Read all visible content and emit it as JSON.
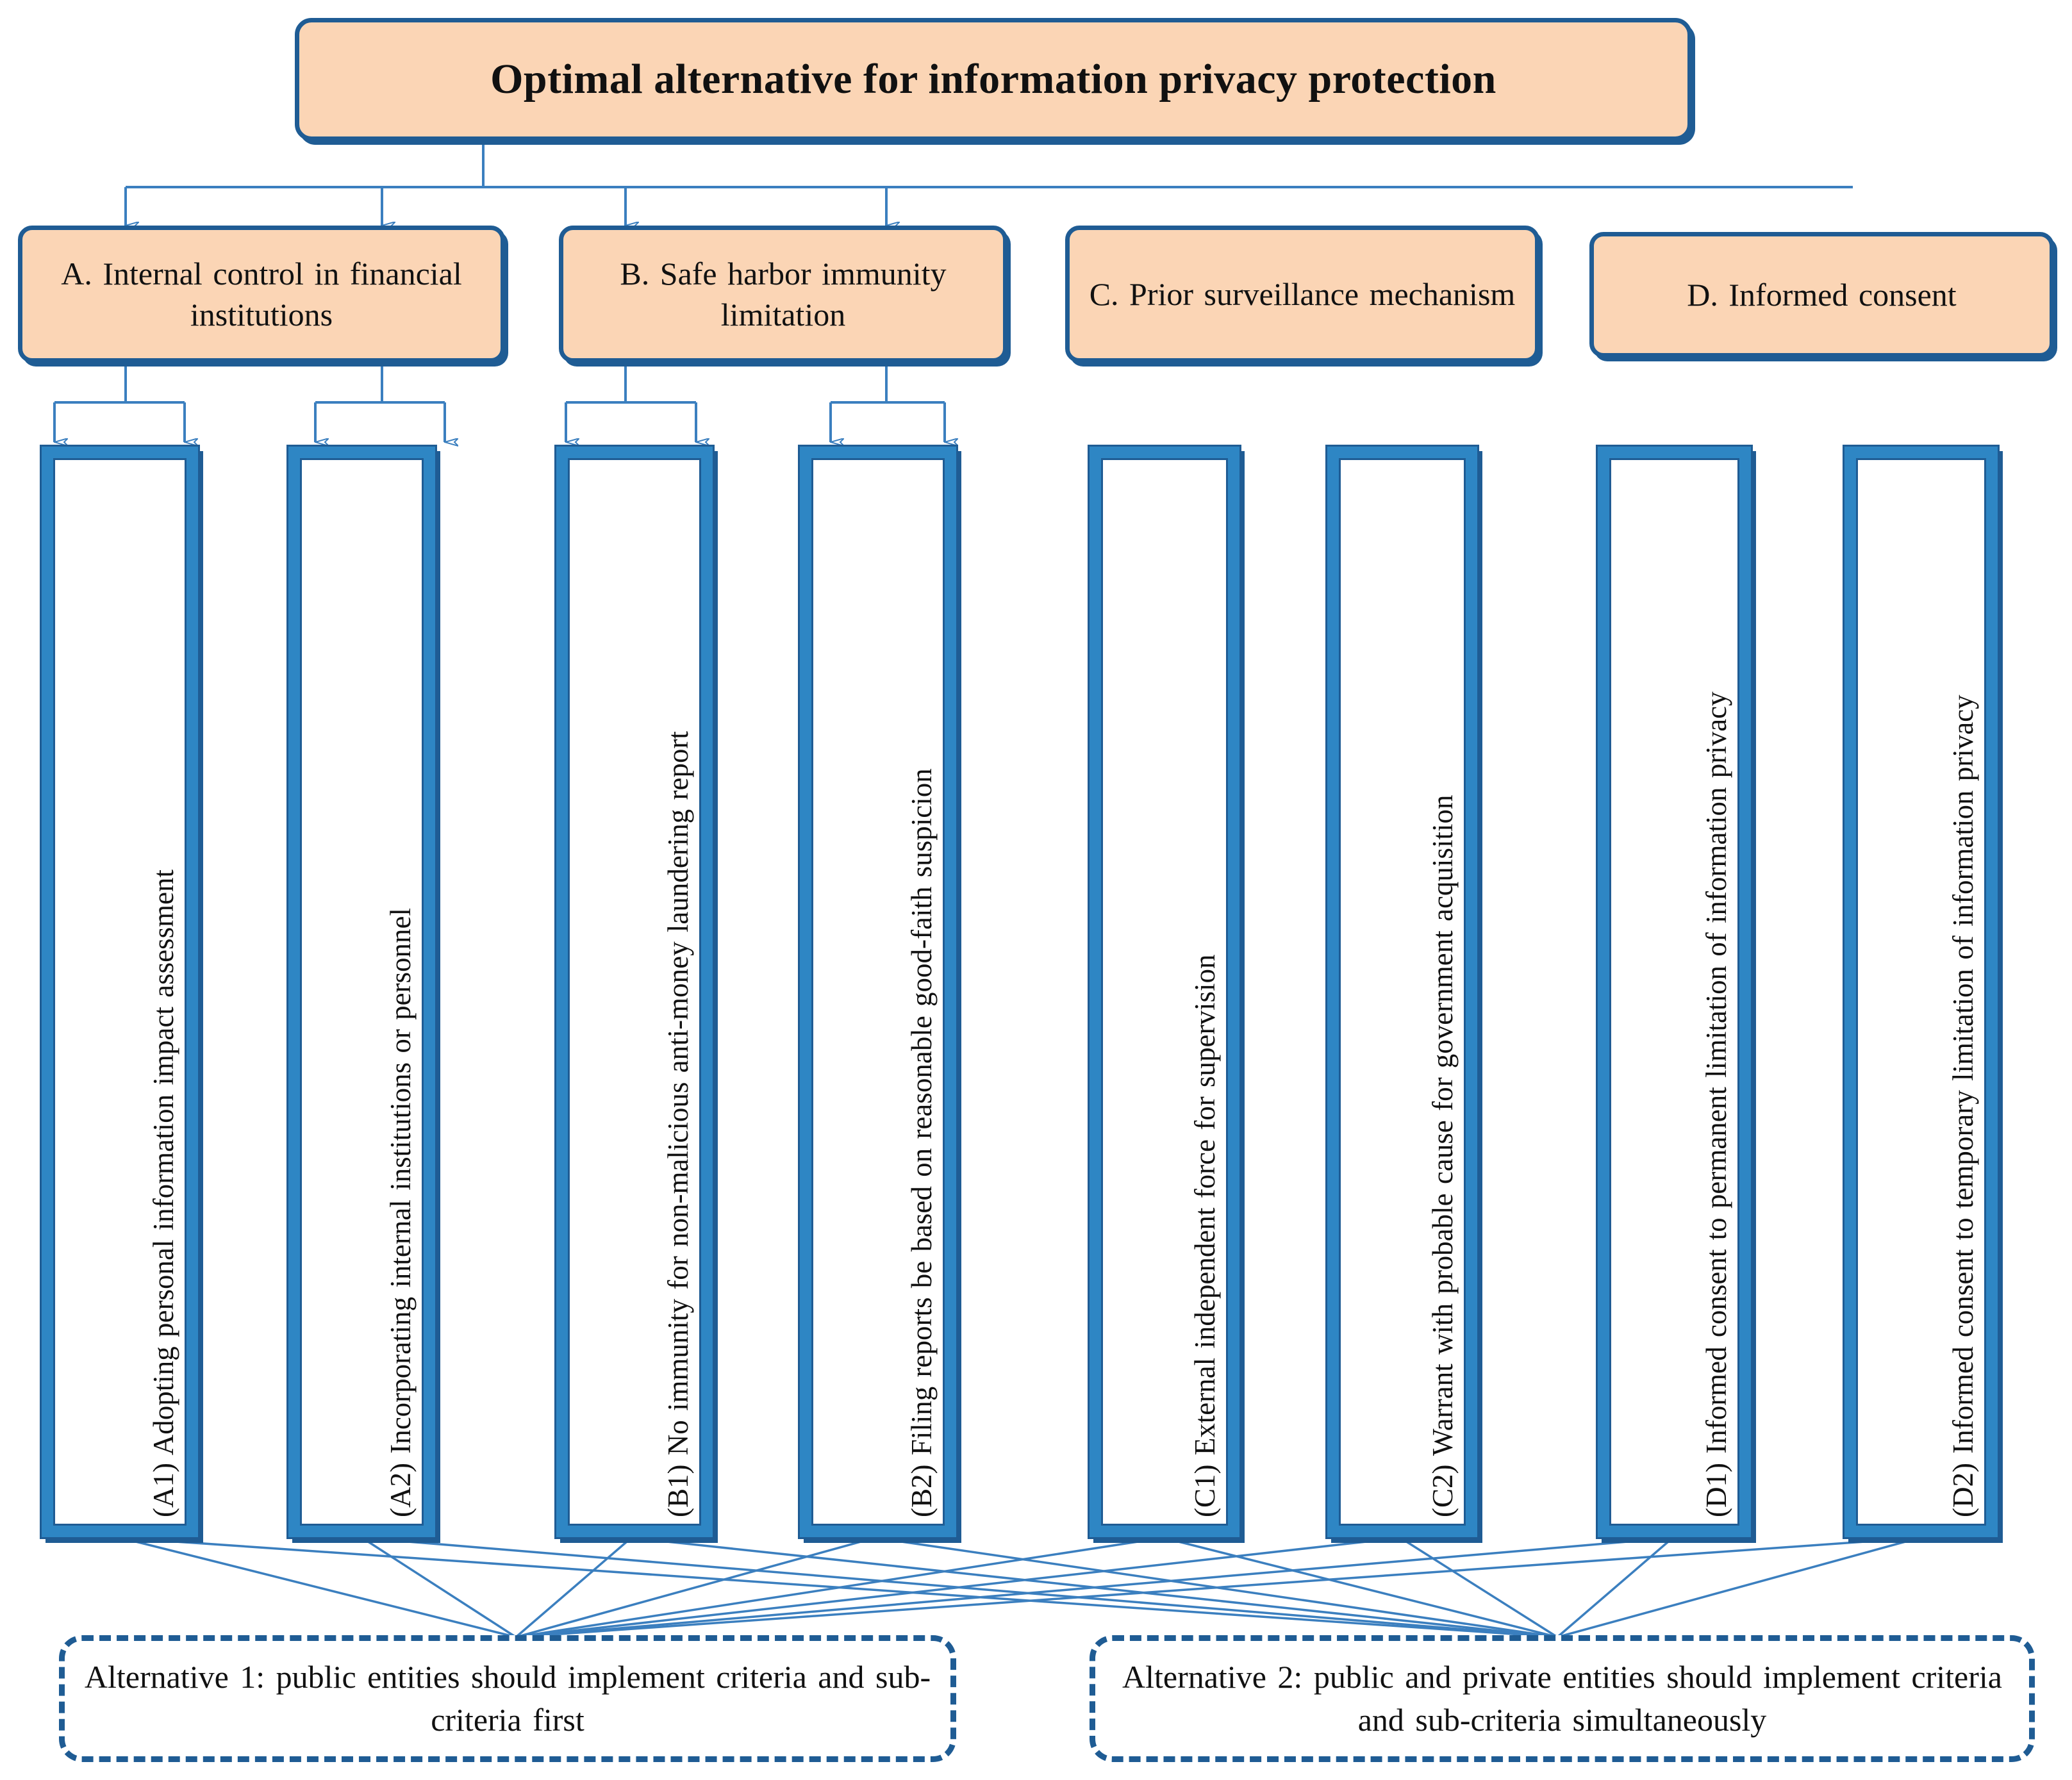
{
  "diagram": {
    "title_box": {
      "label": "Optimal alternative for information privacy protection"
    },
    "criteria": [
      {
        "id": "A",
        "label": "A. Internal  control in financial  institutions"
      },
      {
        "id": "B",
        "label": "B. Safe harbor immunity  limitation"
      },
      {
        "id": "C",
        "label": "C. Prior surveillance mechanism"
      },
      {
        "id": "D",
        "label": "D. Informed consent"
      }
    ],
    "sub_criteria": [
      {
        "id": "A1",
        "label": "(A1) Adopting personal information  impact assessment"
      },
      {
        "id": "A2",
        "label": "(A2) Incorporating internal  institutions or personnel"
      },
      {
        "id": "B1",
        "label": "(B1) No immunity  for non-malicious anti-money laundering report"
      },
      {
        "id": "B2",
        "label": "(B2) Filing reports be based on reasonable good-faith  suspicion"
      },
      {
        "id": "C1",
        "label": "(C1) External independent force for supervision"
      },
      {
        "id": "C2",
        "label": "(C2) Warrant with probable cause for government acquisition"
      },
      {
        "id": "D1",
        "label": "(D1) Informed consent to permanent limitation  of information privacy"
      },
      {
        "id": "D2",
        "label": "(D2) Informed consent to temporary limitation of information privacy"
      }
    ],
    "alternatives": [
      {
        "id": "alt1",
        "label": "Alternative  1: public entities  should implement criteria and sub-criteria first"
      },
      {
        "id": "alt2",
        "label": "Alternative  2: public and private entities  should implement  criteria and sub-criteria simultaneously"
      }
    ],
    "colors": {
      "box_fill_level0": "#FBD5B5",
      "box_fill_level1": "#FBD5B5",
      "box_frame_blue": "#2E86C4",
      "border_dark_blue": "#1F5C94",
      "connector_blue": "#3B7FBF",
      "background": "#FFFFFF",
      "text": "#111111"
    }
  }
}
